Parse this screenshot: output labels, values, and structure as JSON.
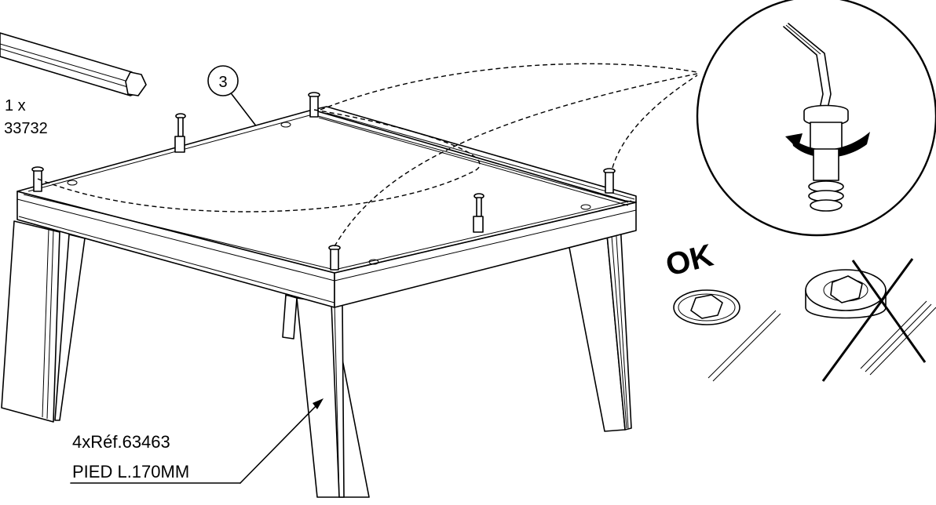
{
  "labels": {
    "qty_hex_key": "1 x",
    "ref_hex_key": ". 33732",
    "part_number": "3",
    "legs_ref": "4xRéf.63463",
    "legs_name": "PIED L.170MM",
    "ok": "OK"
  }
}
